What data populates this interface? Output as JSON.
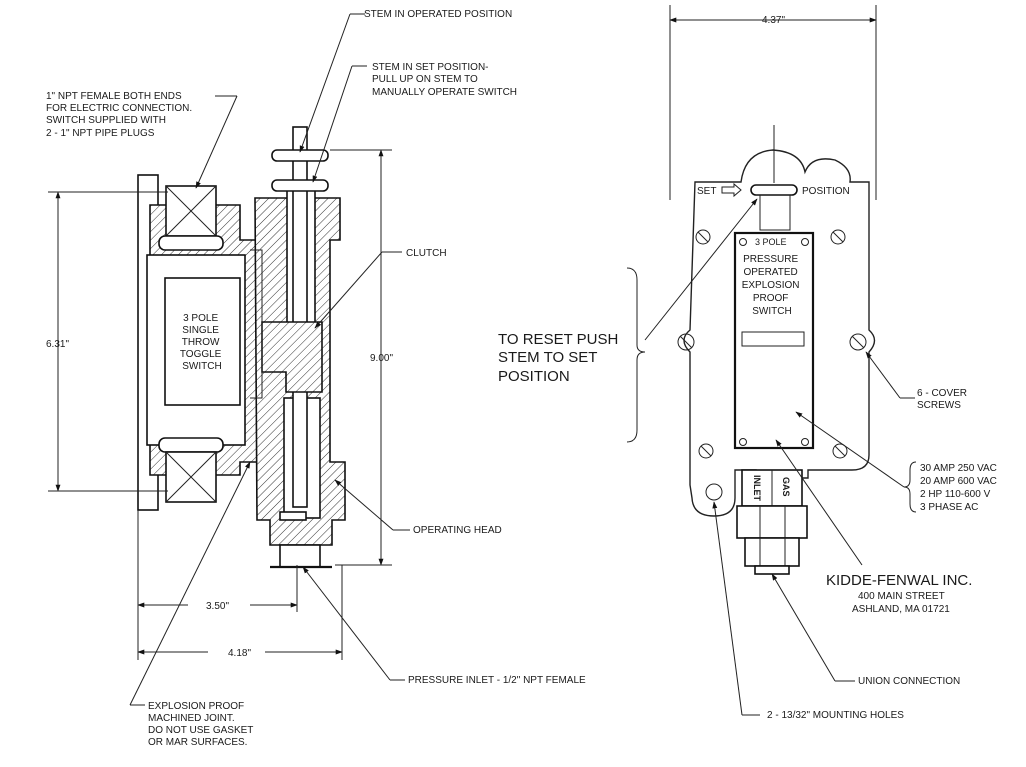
{
  "left_view": {
    "callout_stem_operated": "STEM IN OPERATED POSITION",
    "callout_stem_set": [
      "STEM IN SET POSITION-",
      "PULL UP ON STEM TO",
      "MANUALLY OPERATE SWITCH"
    ],
    "callout_npt": [
      "1\" NPT FEMALE BOTH ENDS",
      "FOR ELECTRIC CONNECTION.",
      "SWITCH SUPPLIED WITH",
      "2 - 1\" NPT PIPE PLUGS"
    ],
    "callout_clutch": "CLUTCH",
    "switch_label": [
      "3 POLE",
      "SINGLE",
      "THROW",
      "TOGGLE",
      "SWITCH"
    ],
    "dim_height": "6.31\"",
    "dim_overall_height": "9.00\"",
    "dim_width_1": "3.50\"",
    "dim_width_2": "4.18\"",
    "callout_operating_head": "OPERATING HEAD",
    "callout_pressure_inlet": "PRESSURE INLET - 1/2\" NPT FEMALE",
    "callout_joint": [
      "EXPLOSION PROOF",
      "MACHINED JOINT.",
      "DO NOT USE GASKET",
      "OR MAR SURFACES."
    ]
  },
  "middle": {
    "reset_note": [
      "TO RESET PUSH",
      "STEM TO SET",
      "POSITION"
    ]
  },
  "right_view": {
    "dim_width": "4.37\"",
    "set_label": "SET",
    "position_label": "POSITION",
    "nameplate_top": "3 POLE",
    "nameplate_text": [
      "PRESSURE",
      "OPERATED",
      "EXPLOSION",
      "PROOF",
      "SWITCH"
    ],
    "inlet_label": "INLET",
    "gas_label": "GAS",
    "callout_screws": [
      "6 - COVER",
      "SCREWS"
    ],
    "ratings": [
      "30 AMP 250 VAC",
      "20 AMP 600 VAC",
      "2 HP 110-600 V",
      "3 PHASE AC"
    ],
    "company_name": "KIDDE-FENWAL INC.",
    "company_street": "400 MAIN STREET",
    "company_city": "ASHLAND, MA 01721",
    "callout_union": "UNION CONNECTION",
    "callout_mounting": "2 - 13/32\" MOUNTING HOLES"
  }
}
